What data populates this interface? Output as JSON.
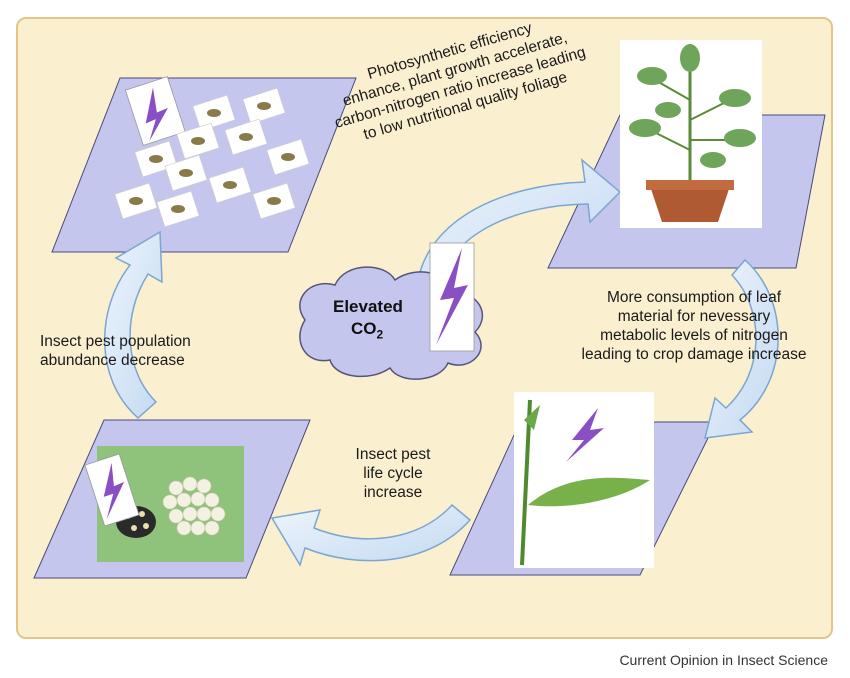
{
  "labels": {
    "photosynthesis": [
      "Photosynthetic efficiency",
      "enhance, plant growth accelerate,",
      "carbon-nitrogen ratio increase leading",
      "to low nutritional quality foliage"
    ],
    "consumption": [
      "More consumption of leaf",
      "material for nevessary",
      "metabolic levels of nitrogen",
      "leading to crop damage increase"
    ],
    "lifecycle": [
      "Insect pest",
      "life cycle",
      "increase"
    ],
    "population": [
      "Insect pest population",
      "abundance decrease"
    ],
    "center_line1": "Elevated",
    "center_line2_main": "CO",
    "center_line2_sub": "2"
  },
  "credit": "Current Opinion in Insect Science",
  "colors": {
    "panel_bg": "#faefcf",
    "panel_border": "#e4c489",
    "parallelogram": "#c5c6ee",
    "arrow_fill": "#d5e5f7",
    "arrow_stroke": "#7aa6d0",
    "cloud": "#c5c6ee",
    "lightning": "#8a4fc2"
  }
}
